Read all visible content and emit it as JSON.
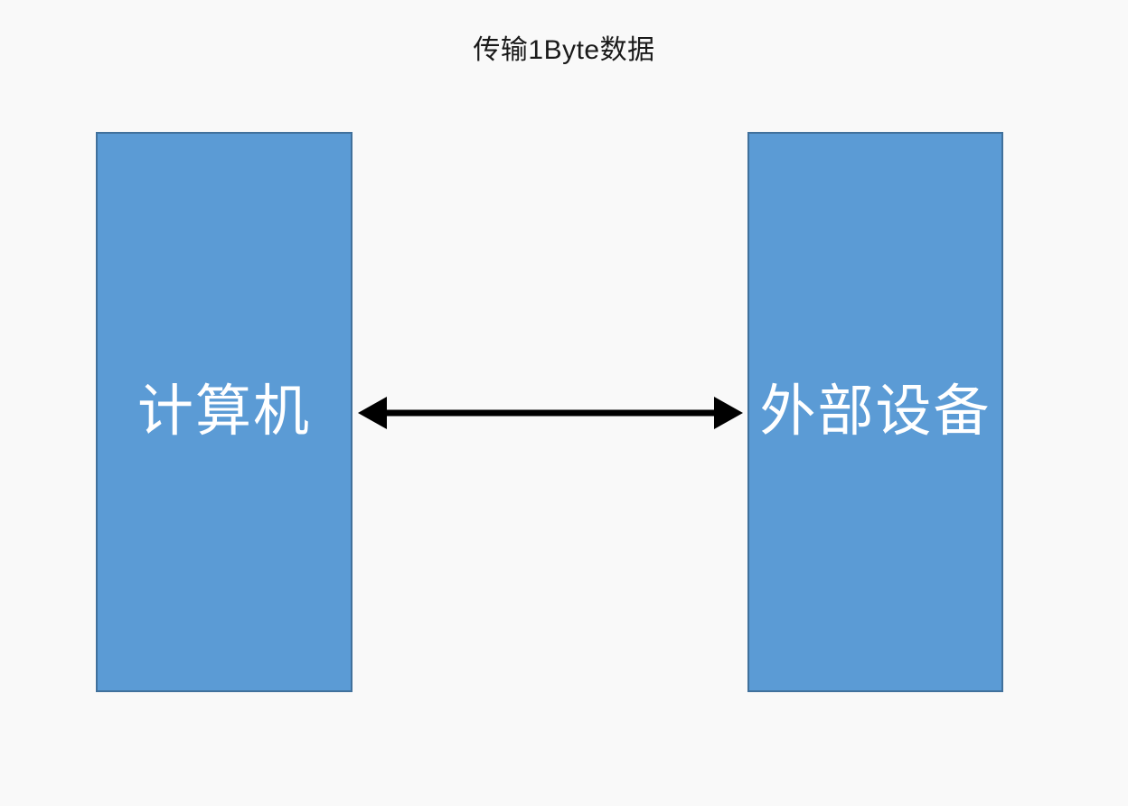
{
  "diagram": {
    "title": "传输1Byte数据",
    "background_color": "#f9f9f9",
    "nodes": [
      {
        "id": "computer",
        "label": "计算机",
        "fill_color": "#5b9bd5",
        "border_color": "#41719c",
        "text_color": "#ffffff",
        "shape": "rectangle"
      },
      {
        "id": "peripheral",
        "label": "外部设备",
        "fill_color": "#5b9bd5",
        "border_color": "#41719c",
        "text_color": "#ffffff",
        "shape": "rectangle"
      }
    ],
    "connectors": [
      {
        "id": "data-link",
        "from": "computer",
        "to": "peripheral",
        "label": "",
        "style": "solid",
        "color": "#000000",
        "arrow_start": "triangle",
        "arrow_end": "triangle"
      }
    ]
  }
}
